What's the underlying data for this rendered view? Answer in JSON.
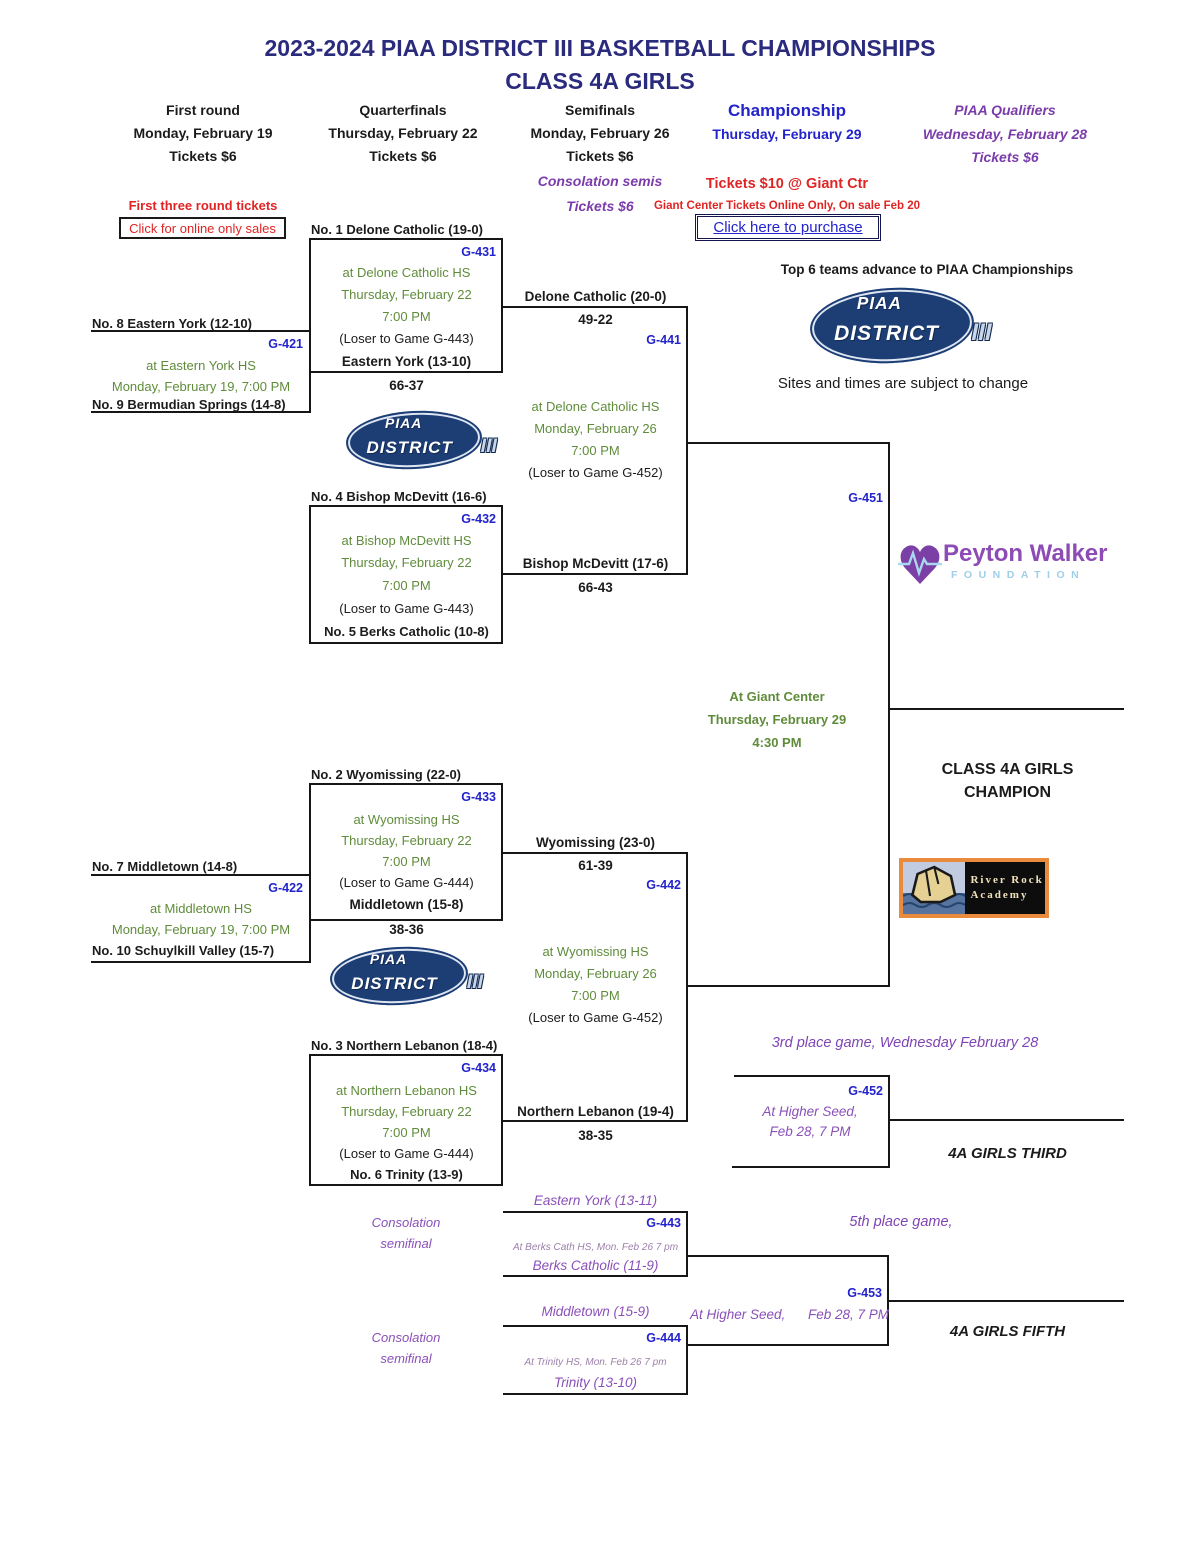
{
  "page": {
    "title_line1": "2023-2024 PIAA DISTRICT III BASKETBALL CHAMPIONSHIPS",
    "title_line2": "CLASS 4A GIRLS"
  },
  "round_headers": {
    "first_round": {
      "title": "First round",
      "date": "Monday, February 19",
      "tickets": "Tickets $6"
    },
    "quarterfinals": {
      "title": "Quarterfinals",
      "date": "Thursday, February 22",
      "tickets": "Tickets $6"
    },
    "semifinals": {
      "title": "Semifinals",
      "date": "Monday, February 26",
      "tickets": "Tickets $6",
      "consolation_note": "Consolation semis",
      "consolation_tickets": "Tickets $6"
    },
    "championship": {
      "title": "Championship",
      "date": "Thursday, February 29",
      "tickets": "Tickets $10 @ Giant Ctr",
      "online_note": "Giant Center Tickets Online Only, On sale Feb 20",
      "purchase_link": "Click here to purchase"
    },
    "qualifiers": {
      "title": "PIAA Qualifiers",
      "date": "Wednesday, February 28",
      "tickets": "Tickets $6"
    }
  },
  "ticket_links": {
    "heading": "First three round tickets",
    "link": "Click for online only sales"
  },
  "notes": {
    "advance": "Top 6 teams advance to PIAA Championships",
    "subject_to_change": "Sites and times are subject to change"
  },
  "games": {
    "g421": {
      "code": "G-421",
      "top_seed": "No. 8 Eastern York (12-10)",
      "bottom_seed": "No. 9 Bermudian Springs (14-8)",
      "venue": "at Eastern York HS",
      "datetime": "Monday, February 19, 7:00 PM",
      "result_team": "Eastern York (13-10)",
      "result_score": "66-37"
    },
    "g422": {
      "code": "G-422",
      "top_seed": "No. 7 Middletown (14-8)",
      "bottom_seed": "No. 10 Schuylkill Valley (15-7)",
      "venue": "at Middletown HS",
      "datetime": "Monday, February 19, 7:00 PM",
      "result_team": "Middletown (15-8)",
      "result_score": "38-36"
    },
    "g431": {
      "code": "G-431",
      "top_seed": "No. 1 Delone Catholic (19-0)",
      "venue": "at Delone Catholic HS",
      "date": "Thursday, February 22",
      "time": "7:00 PM",
      "loser_note": "(Loser to Game G-443)",
      "result_team": "Delone Catholic (20-0)",
      "result_score": "49-22"
    },
    "g432": {
      "code": "G-432",
      "top_seed": "No. 4 Bishop McDevitt (16-6)",
      "bottom_seed": "No. 5 Berks Catholic (10-8)",
      "venue": "at Bishop McDevitt HS",
      "date": "Thursday, February 22",
      "time": "7:00 PM",
      "loser_note": "(Loser to Game G-443)",
      "result_team": "Bishop McDevitt (17-6)",
      "result_score": "66-43"
    },
    "g433": {
      "code": "G-433",
      "top_seed": "No. 2 Wyomissing (22-0)",
      "venue": "at Wyomissing HS",
      "date": "Thursday, February 22",
      "time": "7:00 PM",
      "loser_note": "(Loser to Game G-444)",
      "result_team": "Wyomissing (23-0)",
      "result_score": "61-39"
    },
    "g434": {
      "code": "G-434",
      "top_seed": "No. 3 Northern Lebanon (18-4)",
      "bottom_seed": "No. 6 Trinity (13-9)",
      "venue": "at Northern Lebanon HS",
      "date": "Thursday, February 22",
      "time": "7:00 PM",
      "loser_note": "(Loser to Game G-444)",
      "result_team": "Northern Lebanon (19-4)",
      "result_score": "38-35"
    },
    "g441": {
      "code": "G-441",
      "venue": "at Delone Catholic HS",
      "date": "Monday, February 26",
      "time": "7:00 PM",
      "loser_note": "(Loser to Game G-452)"
    },
    "g442": {
      "code": "G-442",
      "venue": "at Wyomissing HS",
      "date": "Monday, February 26",
      "time": "7:00 PM",
      "loser_note": "(Loser to Game G-452)"
    },
    "g443": {
      "code": "G-443",
      "label_line1": "Consolation",
      "label_line2": "semifinal",
      "top_team": "Eastern York (13-11)",
      "bottom_team": "Berks Catholic (11-9)",
      "venue_note": "At Berks Cath HS, Mon. Feb 26 7 pm"
    },
    "g444": {
      "code": "G-444",
      "label_line1": "Consolation",
      "label_line2": "semifinal",
      "top_team": "Middletown (15-9)",
      "bottom_team": "Trinity (13-10)",
      "venue_note": "At Trinity HS,    Mon. Feb 26 7 pm"
    },
    "g451": {
      "code": "G-451",
      "venue": "At Giant Center",
      "date": "Thursday, February 29",
      "time": "4:30 PM",
      "champion_line1": "CLASS 4A GIRLS",
      "champion_line2": "CHAMPION"
    },
    "g452": {
      "code": "G-452",
      "heading": "3rd place game, Wednesday February 28",
      "venue": "At Higher Seed,",
      "datetime": "Feb 28, 7 PM",
      "winner_label": "4A GIRLS THIRD"
    },
    "g453": {
      "code": "G-453",
      "heading": "5th place game,",
      "venue": "At Higher Seed,",
      "datetime": "Feb 28, 7 PM",
      "winner_label": "4A GIRLS FIFTH"
    }
  },
  "logos": {
    "piaa": {
      "line1": "PIAA",
      "line2": "DISTRICT",
      "line3": "III"
    },
    "peyton_walker": {
      "name": "Peyton Walker",
      "sub": "FOUNDATION"
    },
    "river_rock": {
      "line1": "River Rock",
      "line2": "Academy"
    }
  },
  "colors": {
    "title_navy": "#2b2b7e",
    "link_blue": "#2323cc",
    "alert_red": "#e02424",
    "site_green": "#5f8c3a",
    "qualifier_purple": "#7b3cab",
    "consolation_purple": "#8a50b8",
    "line_black": "#161616",
    "piaa_navy": "#1d3d75",
    "peyton_purple": "#8d4bb5",
    "river_rock_orange": "#e98a3c"
  }
}
